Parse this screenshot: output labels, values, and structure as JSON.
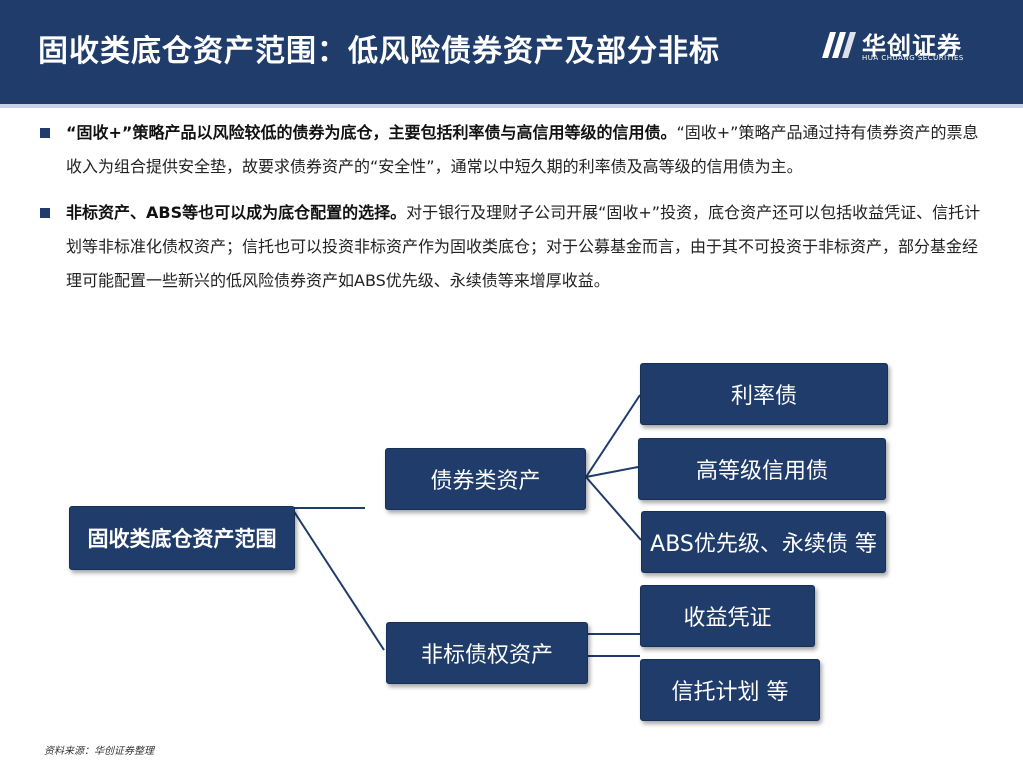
{
  "header": {
    "title": "固收类底仓资产范围：低风险债券资产及部分非标",
    "logo_name": "华创证券",
    "logo_sub": "HUA CHUANG SECURITIES"
  },
  "bullets": [
    {
      "bold": "“固收+”策略产品以风险较低的债券为底仓，主要包括利率债与高信用等级的信用债。",
      "text": "“固收+”策略产品通过持有债券资产的票息收入为组合提供安全垫，故要求债券资产的“安全性”，通常以中短久期的利率债及高等级的信用债为主。"
    },
    {
      "bold": "非标资产、ABS等也可以成为底仓配置的选择。",
      "text": "对于银行及理财子公司开展“固收+”投资，底仓资产还可以包括收益凭证、信托计划等非标准化债权资产；信托也可以投资非标资产作为固收类底仓；对于公募基金而言，由于其不可投资于非标资产，部分基金经理可能配置一些新兴的低风险债券资产如ABS优先级、永续债等来增厚收益。"
    }
  ],
  "diagram": {
    "root": "固收类底仓资产范围",
    "branch_bond": "债券类资产",
    "branch_nonstd": "非标债权资产",
    "leaf_rate": "利率债",
    "leaf_highgrade": "高等级信用债",
    "leaf_abs": "ABS优先级、永续债 等",
    "leaf_cert": "收益凭证",
    "leaf_trust": "信托计划 等"
  },
  "footnote": "资料来源：华创证券整理",
  "colors": {
    "primary": "#1f3c6b",
    "text": "#222222",
    "background": "#ffffff"
  },
  "icons": {
    "logo": "hua-chuang-logo-icon",
    "bullet": "square-bullet-icon"
  }
}
